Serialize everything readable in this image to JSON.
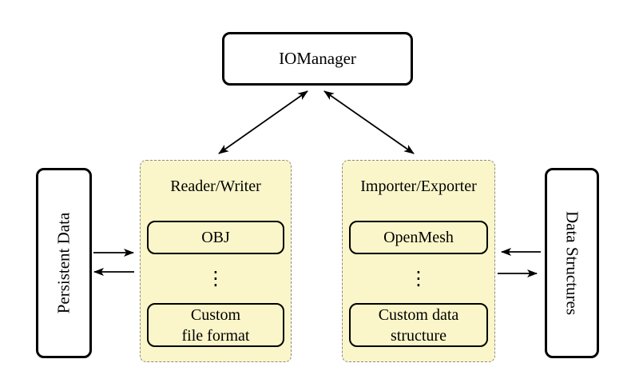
{
  "colors": {
    "background": "#ffffff",
    "group_fill": "#faf6c9",
    "group_border": "#8a8a8a",
    "node_fill": "#ffffff",
    "node_border": "#000000",
    "arrow": "#000000",
    "text": "#000000"
  },
  "nodes": {
    "iomanager": {
      "label": "IOManager"
    },
    "persistent_data": {
      "label": "Persistent Data"
    },
    "data_structures": {
      "label": "Data Structures"
    }
  },
  "groups": {
    "reader_writer": {
      "title": "Reader/Writer",
      "item_top": "OBJ",
      "dots": "⋮",
      "item_bottom_line1": "Custom",
      "item_bottom_line2": "file format"
    },
    "importer_exporter": {
      "title": "Importer/Exporter",
      "item_top": "OpenMesh",
      "dots": "⋮",
      "item_bottom_line1": "Custom data",
      "item_bottom_line2": "structure"
    }
  },
  "connections": [
    {
      "from": "iomanager",
      "to": "reader_writer",
      "direction": "bidirectional"
    },
    {
      "from": "iomanager",
      "to": "importer_exporter",
      "direction": "bidirectional"
    },
    {
      "from": "persistent_data",
      "to": "reader_writer",
      "direction": "forward"
    },
    {
      "from": "reader_writer",
      "to": "persistent_data",
      "direction": "forward"
    },
    {
      "from": "data_structures",
      "to": "importer_exporter",
      "direction": "forward"
    },
    {
      "from": "importer_exporter",
      "to": "data_structures",
      "direction": "forward"
    }
  ]
}
